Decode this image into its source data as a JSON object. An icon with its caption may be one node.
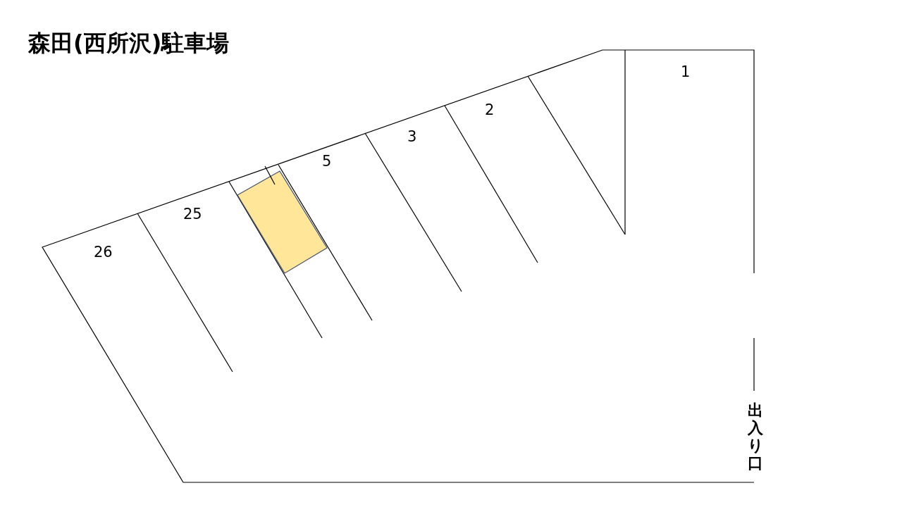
{
  "diagram": {
    "title": "森田(西所沢)駐車場",
    "labels": [
      "1",
      "2",
      "3",
      "5",
      "25",
      "26",
      "出入り口"
    ]
  }
}
